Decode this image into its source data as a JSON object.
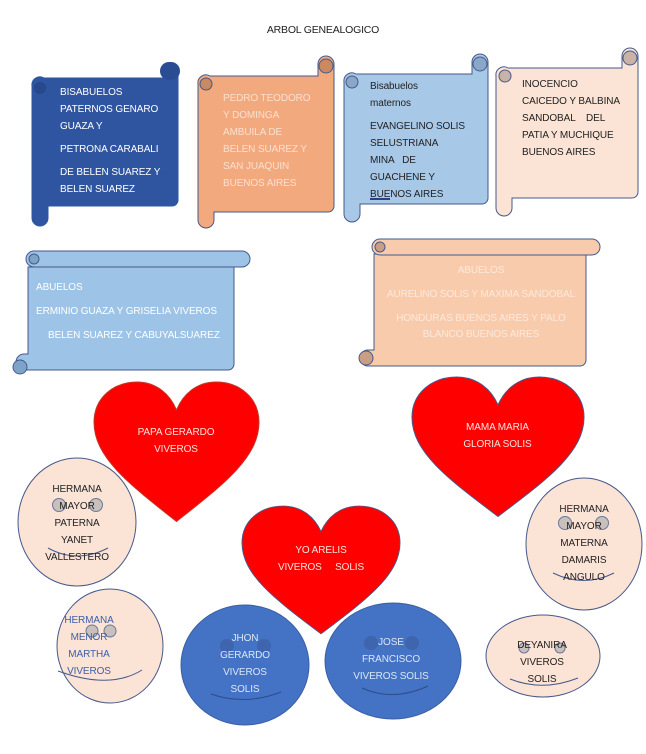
{
  "title": "ARBOL GENEALOGICO",
  "colors": {
    "dark_blue": "#2f55a0",
    "orange": "#f2a97e",
    "light_blue": "#9dc3e6",
    "peach": "#f8cbad",
    "peach_light": "#fbe3d6",
    "heart_red": "#ff0000",
    "face_blue": "#4472c4",
    "outline": "#46598a"
  },
  "bisabuelos_paternos_1": {
    "lines": [
      "BISABUELOS",
      "PATERNOS GENARO",
      "GUAZA Y",
      "PETRONA CARABALI",
      "DE BELEN SUAREZ Y",
      "BELEN SUAREZ"
    ]
  },
  "bisabuelos_paternos_2": {
    "lines": [
      "PEDRO TEODORO",
      "Y DOMINGA",
      "AMBUILA DE",
      "BELEN SUAREZ Y",
      "SAN JUAQUIN",
      "BUENOS AIRES"
    ]
  },
  "bisabuelos_maternos_1": {
    "heading": [
      "Bisabuelos",
      "maternos"
    ],
    "lines": [
      "EVANGELINO SOLIS",
      "SELUSTRIANA",
      "MINA   DE",
      "GUACHENE Y",
      "BUENOS AIRES"
    ]
  },
  "bisabuelos_maternos_2": {
    "lines": [
      "INOCENCIO",
      "CAICEDO Y BALBINA",
      "SANDOBAL    DEL",
      "PATIA Y MUCHIQUE",
      "BUENOS AIRES"
    ]
  },
  "abuelos_paternos": {
    "heading": "ABUELOS",
    "line1": "ERMINIO GUAZA Y GRISELIA VIVEROS",
    "line2": "BELEN SUAREZ Y CABUYALSUAREZ"
  },
  "abuelos_maternos": {
    "heading": "ABUELOS",
    "line1": "AURELINO SOLIS Y MAXIMA SANDOBAL",
    "line2": "HONDURAS BUENOS AIRES Y PALO",
    "line3": "BLANCO BUENOS AIRES"
  },
  "papa": {
    "lines": [
      "PAPA GERARDO",
      "VIVEROS"
    ]
  },
  "mama": {
    "lines": [
      "MAMA MARIA",
      "GLORIA SOLIS"
    ]
  },
  "yo": {
    "lines": [
      "YO ARELIS",
      "VIVEROS     SOLIS"
    ]
  },
  "hermana_mayor_paterna": {
    "lines": [
      "HERMANA",
      "MAYOR",
      "PATERNA",
      "YANET",
      "VALLESTERO"
    ]
  },
  "hermana_mayor_materna": {
    "lines": [
      "HERMANA",
      "MAYOR",
      "MATERNA",
      "DAMARIS",
      "ANGULO"
    ]
  },
  "hermana_menor": {
    "lines": [
      "HERMANA",
      "MENOR",
      "MARTHA",
      "VIVEROS"
    ]
  },
  "jhon": {
    "lines": [
      "JHON",
      "GERARDO",
      "VIVEROS",
      "SOLIS"
    ]
  },
  "jose": {
    "lines": [
      "JOSE",
      "FRANCISCO",
      "VIVEROS SOLIS"
    ]
  },
  "deyanira": {
    "lines": [
      "DEYANIRA",
      "VIVEROS",
      "SOLIS"
    ]
  }
}
